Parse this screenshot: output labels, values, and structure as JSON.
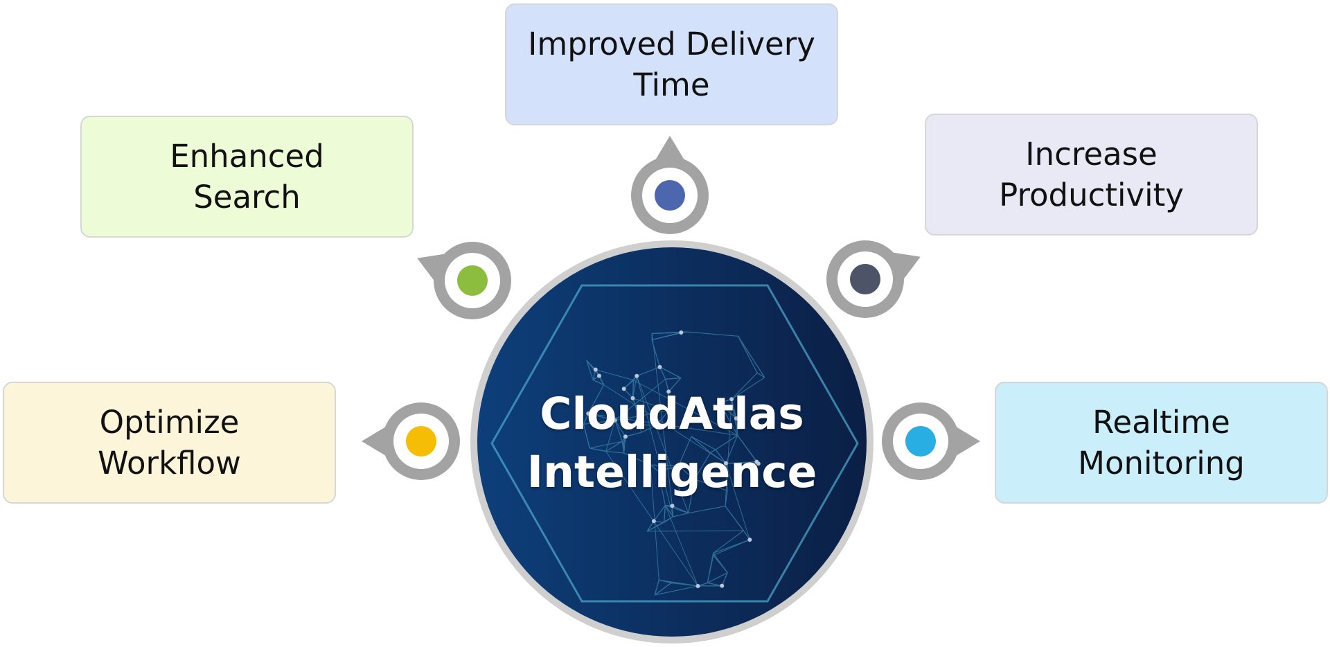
{
  "hub": {
    "title": "CloudAtlas\nIntelligence"
  },
  "nodes": [
    {
      "id": "improved-delivery-time",
      "label": "Improved Delivery\nTime",
      "card_color": "#d3e1fb",
      "dot_color": "#4c67ad"
    },
    {
      "id": "enhanced-search",
      "label": "Enhanced\nSearch",
      "card_color": "#edfbd6",
      "dot_color": "#8cbd3f"
    },
    {
      "id": "increase-productivity",
      "label": "Increase\nProductivity",
      "card_color": "#e8e9f4",
      "dot_color": "#4d5468"
    },
    {
      "id": "optimize-workflow",
      "label": "Optimize\nWorkflow",
      "card_color": "#fdf5da",
      "dot_color": "#f5be05"
    },
    {
      "id": "realtime-monitoring",
      "label": "Realtime\nMonitoring",
      "card_color": "#cbeffa",
      "dot_color": "#29aee3"
    }
  ],
  "colors": {
    "hub_dark": "#0b1f45",
    "hub_light": "#0d3f7a",
    "hub_ring": "#cfcfcf",
    "connector_gray": "#a3a3a3",
    "network_line": "#4aa3c9"
  }
}
